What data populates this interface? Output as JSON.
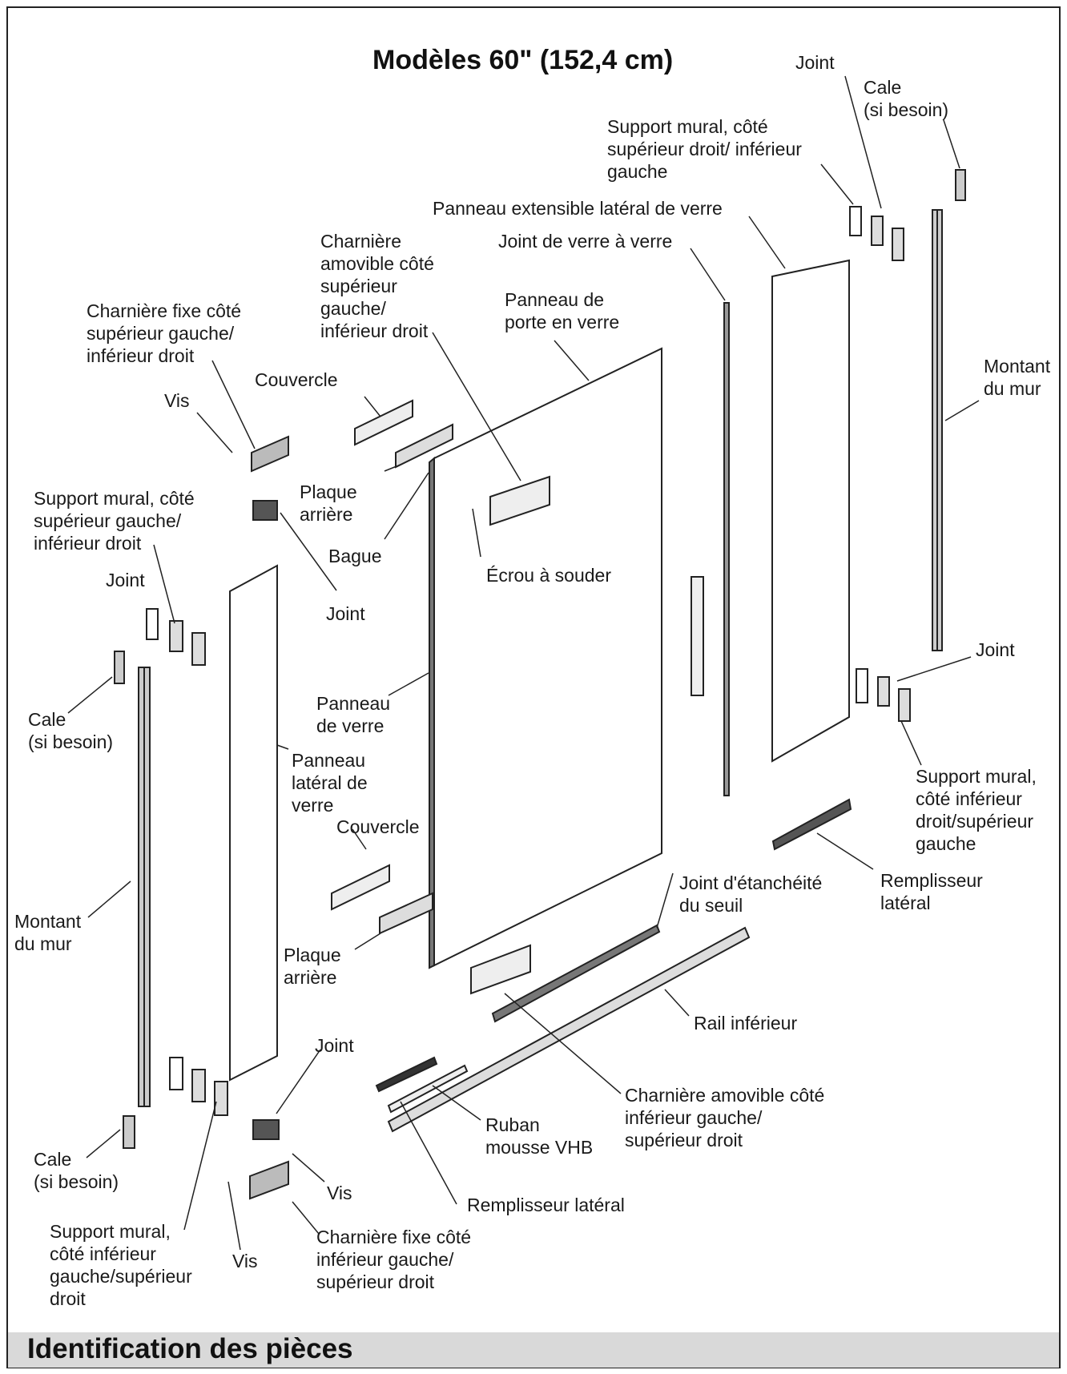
{
  "title": "Modèles 60\" (152,4 cm)",
  "footer": "Identification des pièces",
  "labels": {
    "joint_top_right": "Joint",
    "cale_top_right": "Cale\n(si besoin)",
    "support_sup_droit": "Support mural, côté\nsupérieur droit/ inférieur\ngauche",
    "panneau_extensible": "Panneau extensible latéral de verre",
    "joint_verre_verre": "Joint de verre à verre",
    "charniere_amovible_sup": "Charnière\namovible côté\nsupérieur\ngauche/\ninférieur droit",
    "panneau_porte": "Panneau de\nporte en verre",
    "charniere_fixe_sup": "Charnière fixe côté\nsupérieur gauche/\ninférieur droit",
    "couvercle_top": "Couvercle",
    "vis_top": "Vis",
    "montant_right": "Montant\ndu mur",
    "plaque_arriere_top": "Plaque\narrière",
    "support_sup_gauche": "Support mural, côté\nsupérieur gauche/\ninférieur droit",
    "bague": "Bague",
    "ecrou": "Écrou à souder",
    "joint_left_top": "Joint",
    "joint_hinge_top": "Joint",
    "joint_right_bottom": "Joint",
    "cale_left_top": "Cale\n(si besoin)",
    "panneau_de_verre": "Panneau\nde verre",
    "panneau_lateral": "Panneau\nlatéral de\nverre",
    "support_inf_droit": "Support mural,\ncôté inférieur\ndroit/supérieur\ngauche",
    "couvercle_bottom": "Couvercle",
    "remplisseur_right": "Remplisseur\nlatéral",
    "joint_seuil": "Joint d'étanchéité\ndu seuil",
    "montant_left": "Montant\ndu mur",
    "plaque_arriere_bottom": "Plaque\narrière",
    "rail_inferieur": "Rail inférieur",
    "joint_bottom": "Joint",
    "charniere_amovible_inf": "Charnière amovible côté\ninférieur gauche/\nsupérieur droit",
    "ruban": "Ruban\nmousse VHB",
    "cale_left_bottom": "Cale\n(si besoin)",
    "vis_bottom_right": "Vis",
    "remplisseur_bottom": "Remplisseur latéral",
    "support_inf_gauche": "Support mural,\ncôté inférieur\ngauche/supérieur\ndroit",
    "vis_bottom_left": "Vis",
    "charniere_fixe_inf": "Charnière fixe côté\ninférieur gauche/\nsupérieur droit"
  }
}
